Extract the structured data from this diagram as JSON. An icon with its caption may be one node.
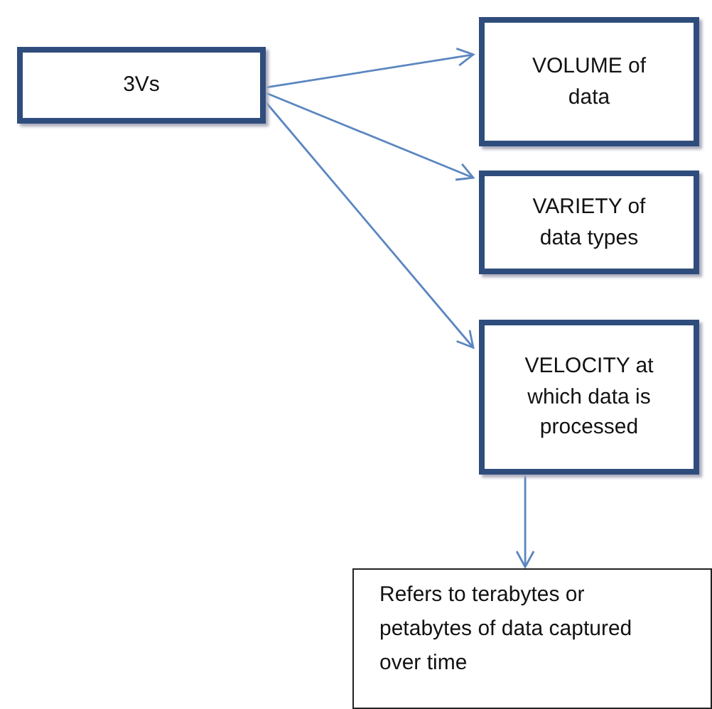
{
  "diagram": {
    "nodes": [
      {
        "text": [
          "3Vs"
        ]
      },
      {
        "text": [
          "VOLUME of data"
        ]
      },
      {
        "text": [
          "VARIETY of data types"
        ]
      },
      {
        "text": [
          "VELOCITY at which data is processed"
        ]
      },
      {
        "text": [
          "Refers to terabytes or petabytes of data captured over time"
        ]
      }
    ],
    "edges": [
      {
        "from": 0,
        "to": 1,
        "arrow": "to"
      },
      {
        "from": 0,
        "to": 2,
        "arrow": "to"
      },
      {
        "from": 0,
        "to": 3,
        "arrow": "to"
      },
      {
        "from": 3,
        "to": 4,
        "arrow": "to"
      }
    ]
  }
}
